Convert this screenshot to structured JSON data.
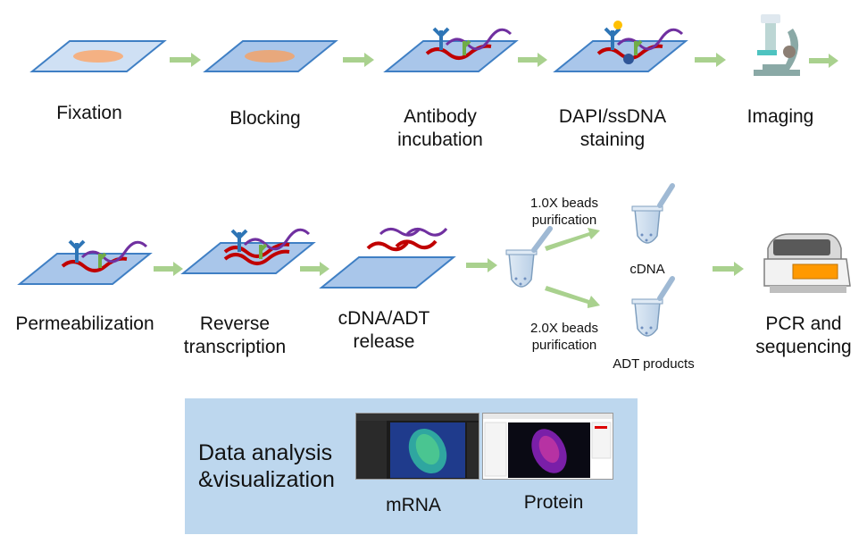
{
  "steps": {
    "fixation": "Fixation",
    "blocking": "Blocking",
    "antibody_l1": "Antibody",
    "antibody_l2": "incubation",
    "dapi_l1": "DAPI/ssDNA",
    "dapi_l2": "staining",
    "imaging": "Imaging",
    "permeabilization": "Permeabilization",
    "rt_l1": "Reverse",
    "rt_l2": "transcription",
    "release_l1": "cDNA/ADT",
    "release_l2": "release",
    "beads1_l1": "1.0X beads",
    "beads1_l2": "purification",
    "beads2_l1": "2.0X beads",
    "beads2_l2": "purification",
    "cdna": "cDNA",
    "adt": "ADT products",
    "pcr_l1": "PCR and",
    "pcr_l2": "sequencing"
  },
  "analysis": {
    "title_l1": "Data analysis",
    "title_l2": "&visualization",
    "mrna": "mRNA",
    "protein": "Protein"
  },
  "colors": {
    "slide_fill": "#a9c6ea",
    "slide_stroke": "#3f7fc4",
    "arrow": "#a9d18e",
    "tissue": "#f4b183",
    "panel": "#bdd7ee",
    "red_strand": "#c00000",
    "purple_strand": "#7030a0",
    "green_marker": "#70ad47",
    "antibody_blue": "#2e75b6"
  }
}
